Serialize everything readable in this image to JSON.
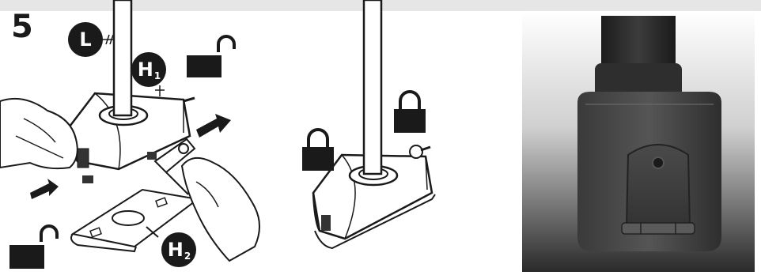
{
  "figure": {
    "step_number": "5",
    "labels": {
      "leg": "L",
      "h1_main": "H",
      "h1_sub": "1",
      "h2_main": "H",
      "h2_sub": "2"
    },
    "icons": [
      "unlocked-padlock-icon",
      "locked-padlock-icon",
      "arrow-icon"
    ],
    "colors": {
      "ink": "#1a1a1a",
      "band": "#e6e6e6"
    }
  }
}
